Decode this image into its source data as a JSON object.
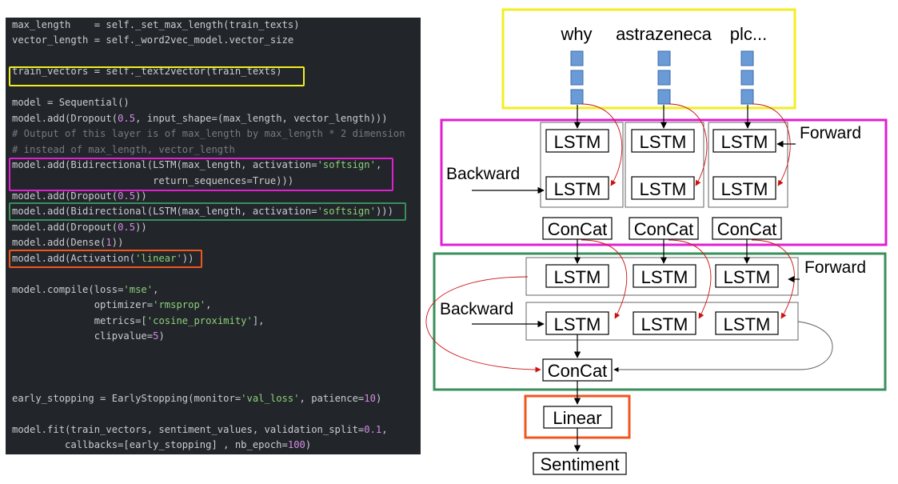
{
  "code": {
    "lines": [
      [
        {
          "t": "max_length    = self._set_max_length(train_texts)"
        }
      ],
      [
        {
          "t": "vector_length = self._word2vec_model.vector_size"
        }
      ],
      [
        {
          "t": ""
        }
      ],
      [
        {
          "t": "train_vectors = self._text2vector(train_texts)"
        }
      ],
      [
        {
          "t": ""
        }
      ],
      [
        {
          "t": "model = Sequential()"
        }
      ],
      [
        {
          "t": "model.add(Dropout("
        },
        {
          "t": "0.5",
          "c": "num"
        },
        {
          "t": ", input_shape=(max_length, vector_length)))"
        }
      ],
      [
        {
          "t": "# Output of this layer is of max_length by max_length * 2 dimension",
          "c": "com"
        }
      ],
      [
        {
          "t": "# instead of max_length, vector_length",
          "c": "com"
        }
      ],
      [
        {
          "t": "model.add(Bidirectional(LSTM(max_length, activation="
        },
        {
          "t": "'softsign'",
          "c": "str"
        },
        {
          "t": ","
        }
      ],
      [
        {
          "t": "                        return_sequences=True)))"
        }
      ],
      [
        {
          "t": "model.add(Dropout("
        },
        {
          "t": "0.5",
          "c": "num"
        },
        {
          "t": "))"
        }
      ],
      [
        {
          "t": "model.add(Bidirectional(LSTM(max_length, activation="
        },
        {
          "t": "'softsign'",
          "c": "str"
        },
        {
          "t": ")))"
        }
      ],
      [
        {
          "t": "model.add(Dropout("
        },
        {
          "t": "0.5",
          "c": "num"
        },
        {
          "t": "))"
        }
      ],
      [
        {
          "t": "model.add(Dense("
        },
        {
          "t": "1",
          "c": "num"
        },
        {
          "t": "))"
        }
      ],
      [
        {
          "t": "model.add(Activation("
        },
        {
          "t": "'linear'",
          "c": "str"
        },
        {
          "t": "))"
        }
      ],
      [
        {
          "t": ""
        }
      ],
      [
        {
          "t": "model.compile(loss="
        },
        {
          "t": "'mse'",
          "c": "str"
        },
        {
          "t": ","
        }
      ],
      [
        {
          "t": "              optimizer="
        },
        {
          "t": "'rmsprop'",
          "c": "str"
        },
        {
          "t": ","
        }
      ],
      [
        {
          "t": "              metrics=["
        },
        {
          "t": "'cosine_proximity'",
          "c": "str"
        },
        {
          "t": "],"
        }
      ],
      [
        {
          "t": "              clipvalue="
        },
        {
          "t": "5",
          "c": "num"
        },
        {
          "t": ")"
        }
      ],
      [
        {
          "t": ""
        }
      ],
      [
        {
          "t": ""
        }
      ],
      [
        {
          "t": ""
        }
      ],
      [
        {
          "t": "early_stopping = EarlyStopping(monitor="
        },
        {
          "t": "'val_loss'",
          "c": "str"
        },
        {
          "t": ", patience="
        },
        {
          "t": "10",
          "c": "num"
        },
        {
          "t": ")"
        }
      ],
      [
        {
          "t": ""
        }
      ],
      [
        {
          "t": "model.fit(train_vectors, sentiment_values, validation_split="
        },
        {
          "t": "0.1",
          "c": "num"
        },
        {
          "t": ","
        }
      ],
      [
        {
          "t": "         callbacks=[early_stopping] , nb_epoch="
        },
        {
          "t": "100",
          "c": "num"
        },
        {
          "t": ")"
        }
      ]
    ]
  },
  "colors": {
    "yellow": "#f2ee22",
    "magenta": "#e01fd1",
    "green": "#3a8f5c",
    "orange": "#f0571f",
    "word_vector": "#6b9bd6",
    "red_arrow": "#cc1111",
    "code_bg": "#222529"
  },
  "diagram": {
    "input_words": [
      "why",
      "astrazeneca",
      "plc..."
    ],
    "lstm_label": "LSTM",
    "concat_label": "ConCat",
    "forward_label": "Forward",
    "backward_label": "Backward",
    "linear_label": "Linear",
    "sentiment_label": "Sentiment"
  }
}
